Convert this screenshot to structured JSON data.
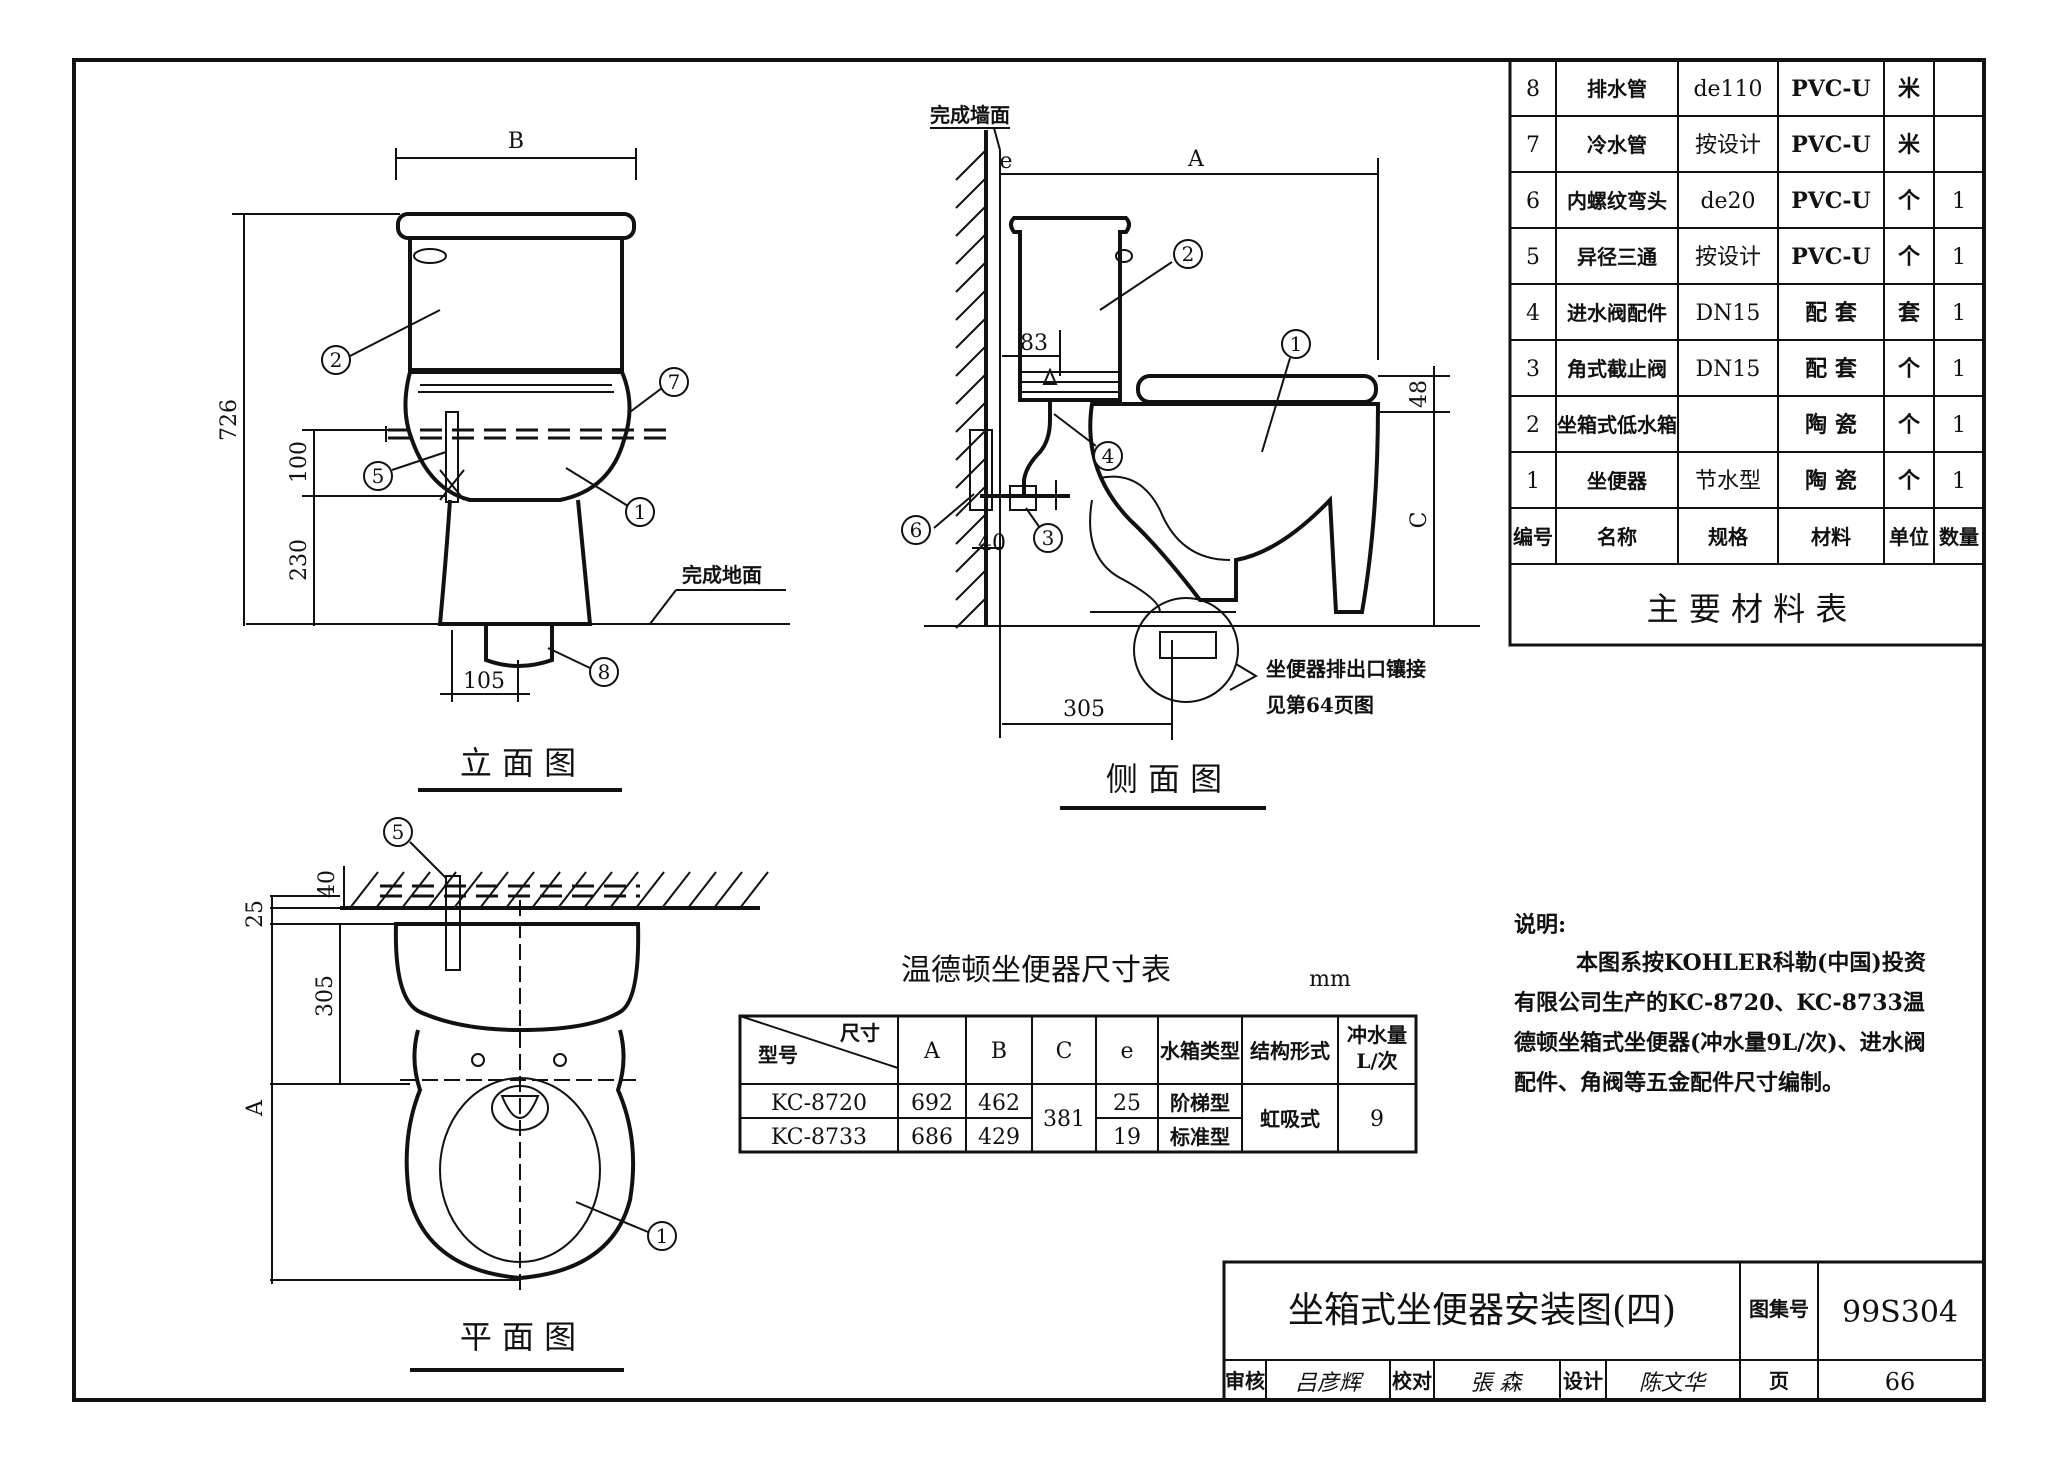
{
  "materials_table": {
    "rows": [
      {
        "no": "8",
        "name": "排水管",
        "spec": "de110",
        "material": "PVC-U",
        "unit": "米",
        "qty": ""
      },
      {
        "no": "7",
        "name": "冷水管",
        "spec": "按设计",
        "material": "PVC-U",
        "unit": "米",
        "qty": ""
      },
      {
        "no": "6",
        "name": "内螺纹弯头",
        "spec": "de20",
        "material": "PVC-U",
        "unit": "个",
        "qty": "1"
      },
      {
        "no": "5",
        "name": "异径三通",
        "spec": "按设计",
        "material": "PVC-U",
        "unit": "个",
        "qty": "1"
      },
      {
        "no": "4",
        "name": "进水阀配件",
        "spec": "DN15",
        "material": "配 套",
        "unit": "套",
        "qty": "1"
      },
      {
        "no": "3",
        "name": "角式截止阀",
        "spec": "DN15",
        "material": "配 套",
        "unit": "个",
        "qty": "1"
      },
      {
        "no": "2",
        "name": "坐箱式低水箱",
        "spec": "",
        "material": "陶 瓷",
        "unit": "个",
        "qty": "1"
      },
      {
        "no": "1",
        "name": "坐便器",
        "spec": "节水型",
        "material": "陶 瓷",
        "unit": "个",
        "qty": "1"
      }
    ],
    "header": {
      "no": "编号",
      "name": "名称",
      "spec": "规格",
      "material": "材料",
      "unit": "单位",
      "qty": "数量"
    },
    "caption": "主 要 材 料 表"
  },
  "views": {
    "elevation": "立 面 图",
    "side": "侧 面 图",
    "plan": "平 面 图"
  },
  "labels": {
    "finished_wall": "完成墙面",
    "finished_floor": "完成地面",
    "outlet_note_1": "坐便器排出口镶接",
    "outlet_note_2": "见第64页图"
  },
  "dimensions": {
    "B": "B",
    "A": "A",
    "C": "C",
    "e": "e",
    "d726": "726",
    "d100": "100",
    "d230": "230",
    "d105": "105",
    "d83": "83",
    "d48": "48",
    "d40": "40",
    "d305": "305",
    "d25": "25",
    "d40p": "40",
    "d305p": "305",
    "Ap": "A"
  },
  "callouts": [
    "1",
    "2",
    "3",
    "4",
    "5",
    "6",
    "7",
    "8"
  ],
  "size_table": {
    "title": "温德顿坐便器尺寸表",
    "unit": "mm",
    "corner_top": "尺寸",
    "corner_bottom": "型号",
    "headers": [
      "A",
      "B",
      "C",
      "e",
      "水箱类型",
      "结构形式",
      "冲水量 L/次"
    ],
    "rows": [
      {
        "model": "KC-8720",
        "A": "692",
        "B": "462",
        "e": "25",
        "tank": "阶梯型"
      },
      {
        "model": "KC-8733",
        "A": "686",
        "B": "429",
        "e": "19",
        "tank": "标准型"
      }
    ],
    "C_shared": "381",
    "structure_shared": "虹吸式",
    "flush_shared": "9"
  },
  "notes": {
    "heading": "说明:",
    "lines": [
      "本图系按KOHLER科勒(中国)投资",
      "有限公司生产的KC-8720、KC-8733温",
      "德顿坐箱式坐便器(冲水量9L/次)、进水阀",
      "配件、角阀等五金配件尺寸编制。"
    ]
  },
  "title_block": {
    "title": "坐箱式坐便器安装图(四)",
    "atlas_label": "图集号",
    "atlas_no": "99S304",
    "review_label": "审核",
    "review_sig": "吕彦辉",
    "check_label": "校对",
    "check_sig": "張 森",
    "design_label": "设计",
    "design_sig": "陈文华",
    "page_label": "页",
    "page_no": "66"
  }
}
